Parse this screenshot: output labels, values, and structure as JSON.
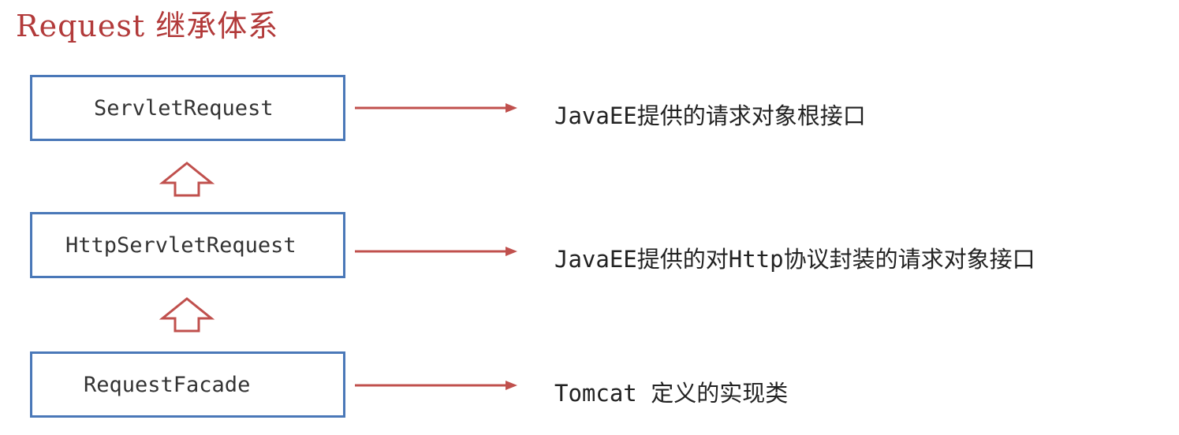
{
  "title": "Request 继承体系",
  "nodes": [
    {
      "label": "ServletRequest",
      "description": "JavaEE提供的请求对象根接口"
    },
    {
      "label": "HttpServletRequest",
      "description": "JavaEE提供的对Http协议封装的请求对象接口"
    },
    {
      "label": "RequestFacade",
      "description": "Tomcat 定义的实现类"
    }
  ],
  "colors": {
    "title": "#b23a3a",
    "box_border": "#4a78b8",
    "arrow": "#c0504d"
  }
}
